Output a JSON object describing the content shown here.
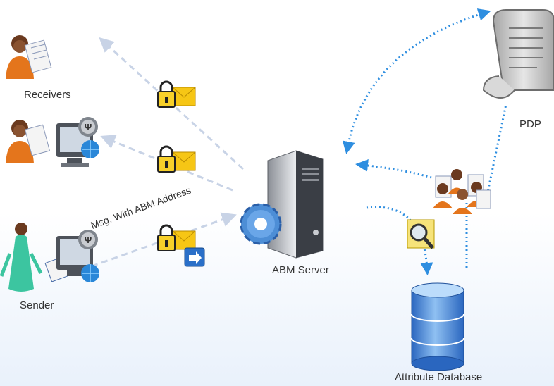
{
  "labels": {
    "receivers": "Receivers",
    "pdp": "PDP",
    "abm_server": "ABM Server",
    "sender": "Sender",
    "attribute_database": "Attribute Database",
    "msg_label": "Msg. With ABM Address"
  },
  "colors": {
    "flow_arrow": "#c8d3e6",
    "dotted_arrow": "#2e8ee0",
    "lock": "#f6c615",
    "database": "#3c7fd6"
  },
  "icons": [
    "receiver-person-icon",
    "receiver-workstation-icon",
    "sender-icon",
    "lock-envelope-icon",
    "server-icon",
    "gear-icon",
    "scroll-icon",
    "group-icon",
    "magnifier-icon",
    "database-icon"
  ]
}
